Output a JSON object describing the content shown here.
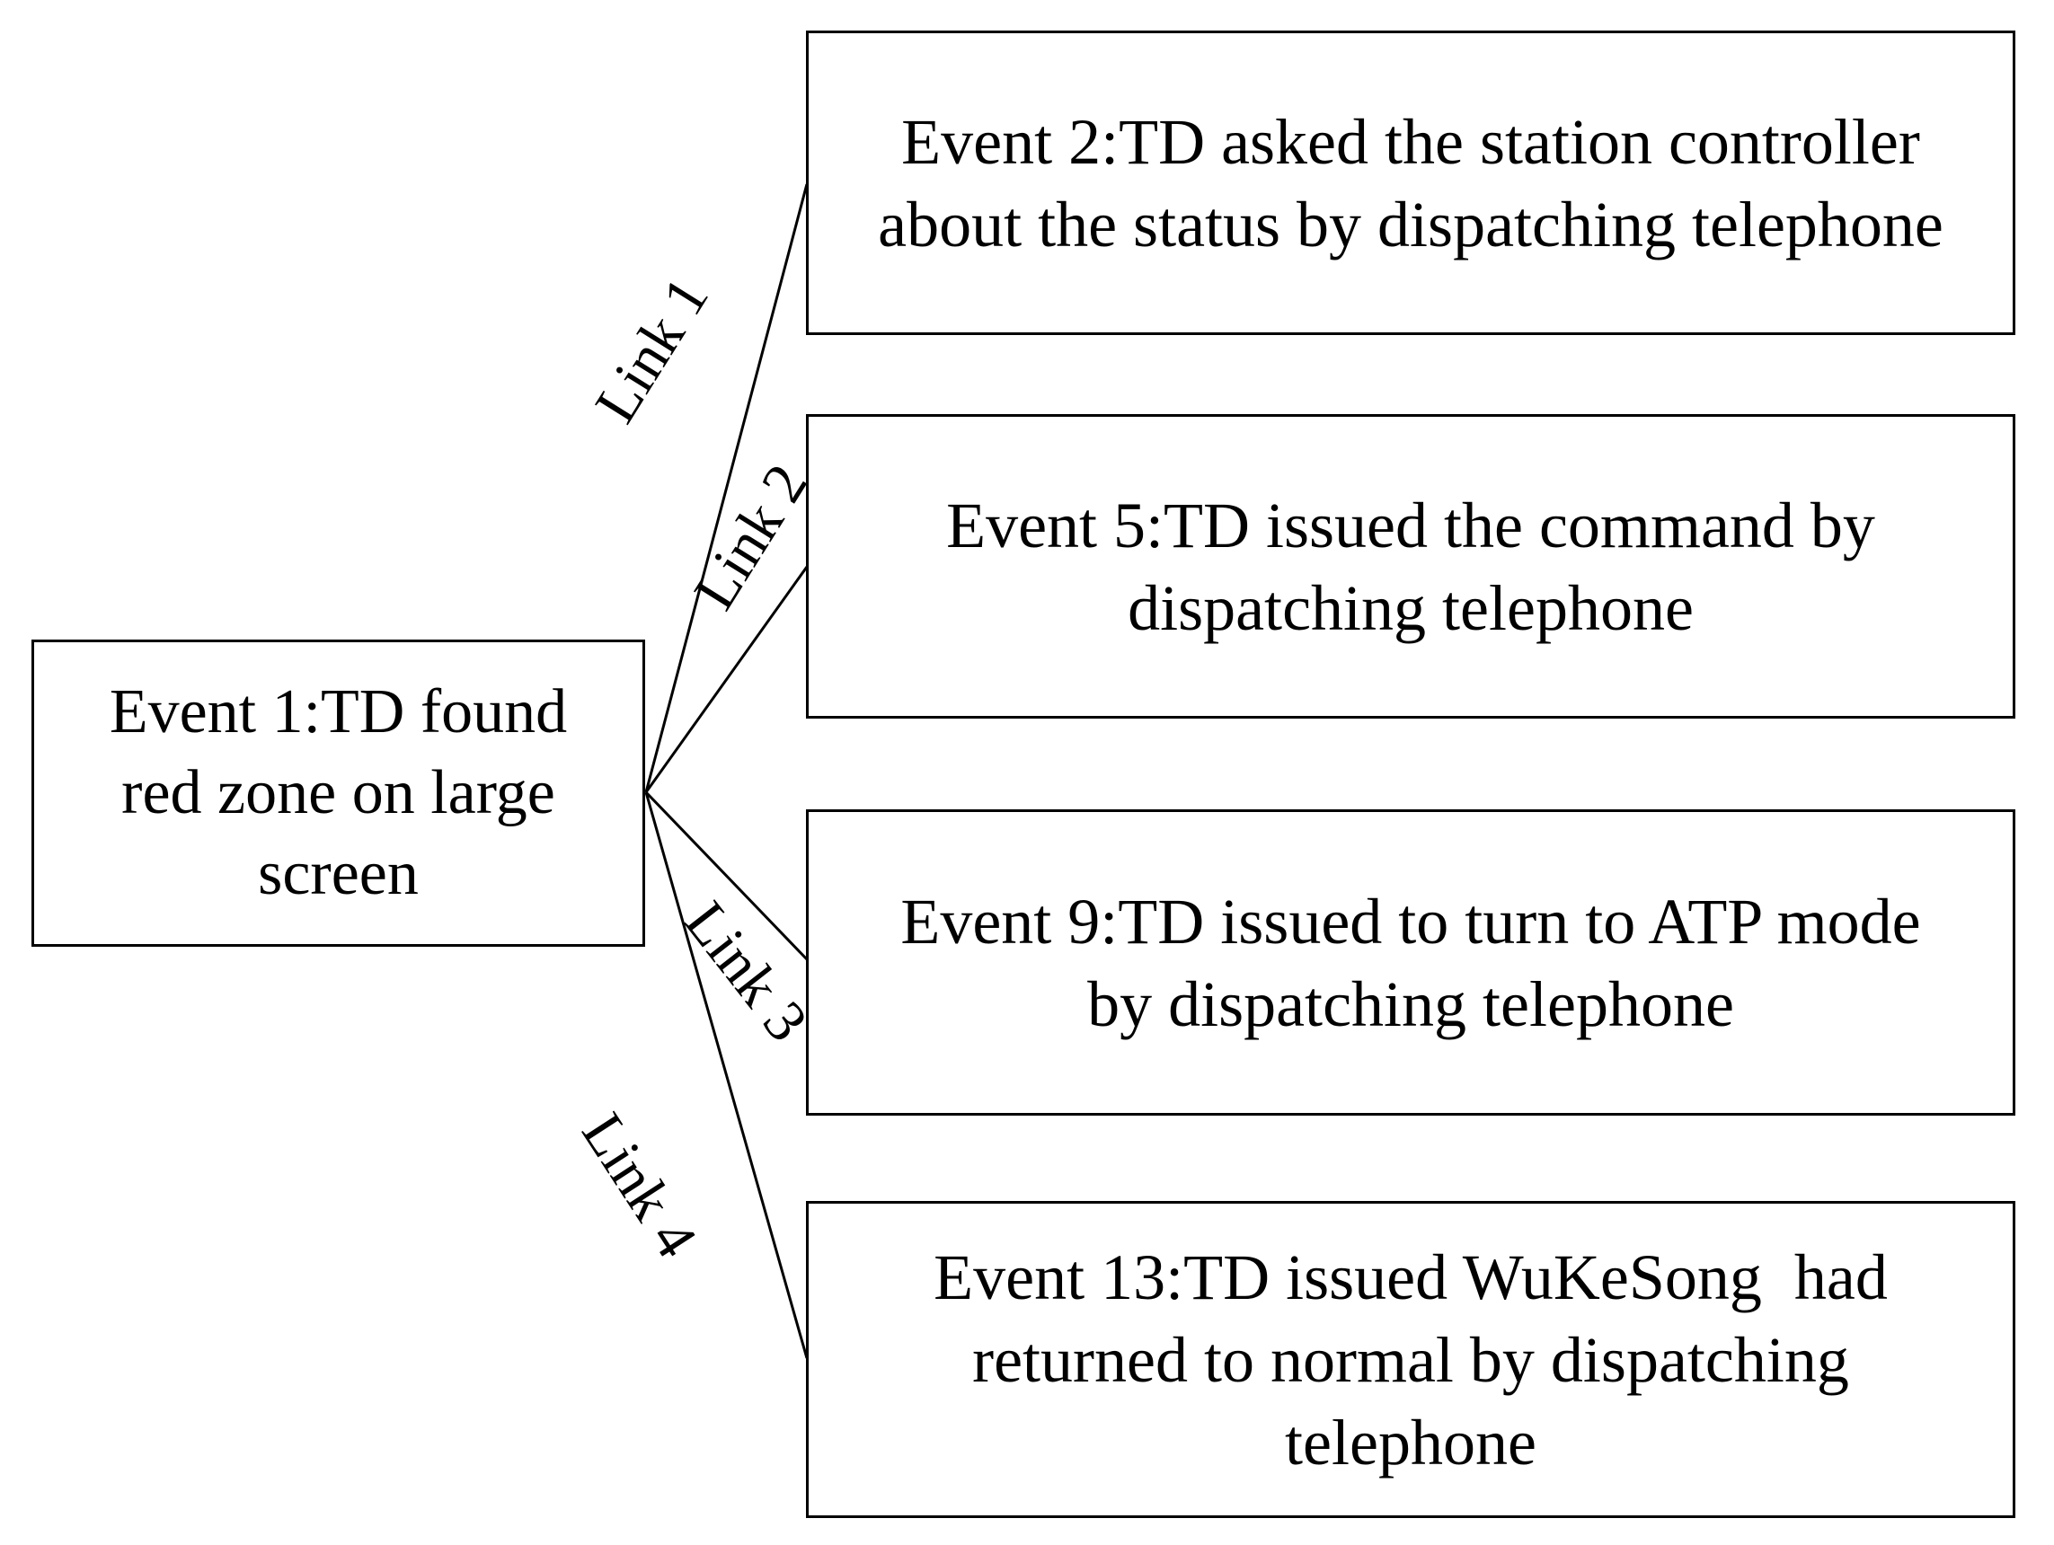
{
  "diagram": {
    "colors": {
      "line": "#000000",
      "background": "#ffffff",
      "text": "#000000"
    },
    "source": {
      "lines": [
        "Event 1:TD found",
        "red zone on large",
        "screen"
      ]
    },
    "targets": [
      {
        "lines": [
          "Event 2:TD asked the station controller",
          "about the status by dispatching telephone"
        ]
      },
      {
        "lines": [
          "Event 5:TD issued the command by",
          "dispatching telephone"
        ]
      },
      {
        "lines": [
          "Event 9:TD issued to turn to ATP mode",
          "by dispatching telephone"
        ]
      },
      {
        "lines": [
          "Event 13:TD issued WuKeSong  had",
          "returned to normal by dispatching",
          "telephone"
        ]
      }
    ],
    "links": [
      {
        "label": "Link 1"
      },
      {
        "label": "Link 2"
      },
      {
        "label": "Link 3"
      },
      {
        "label": "Link 4"
      }
    ]
  }
}
